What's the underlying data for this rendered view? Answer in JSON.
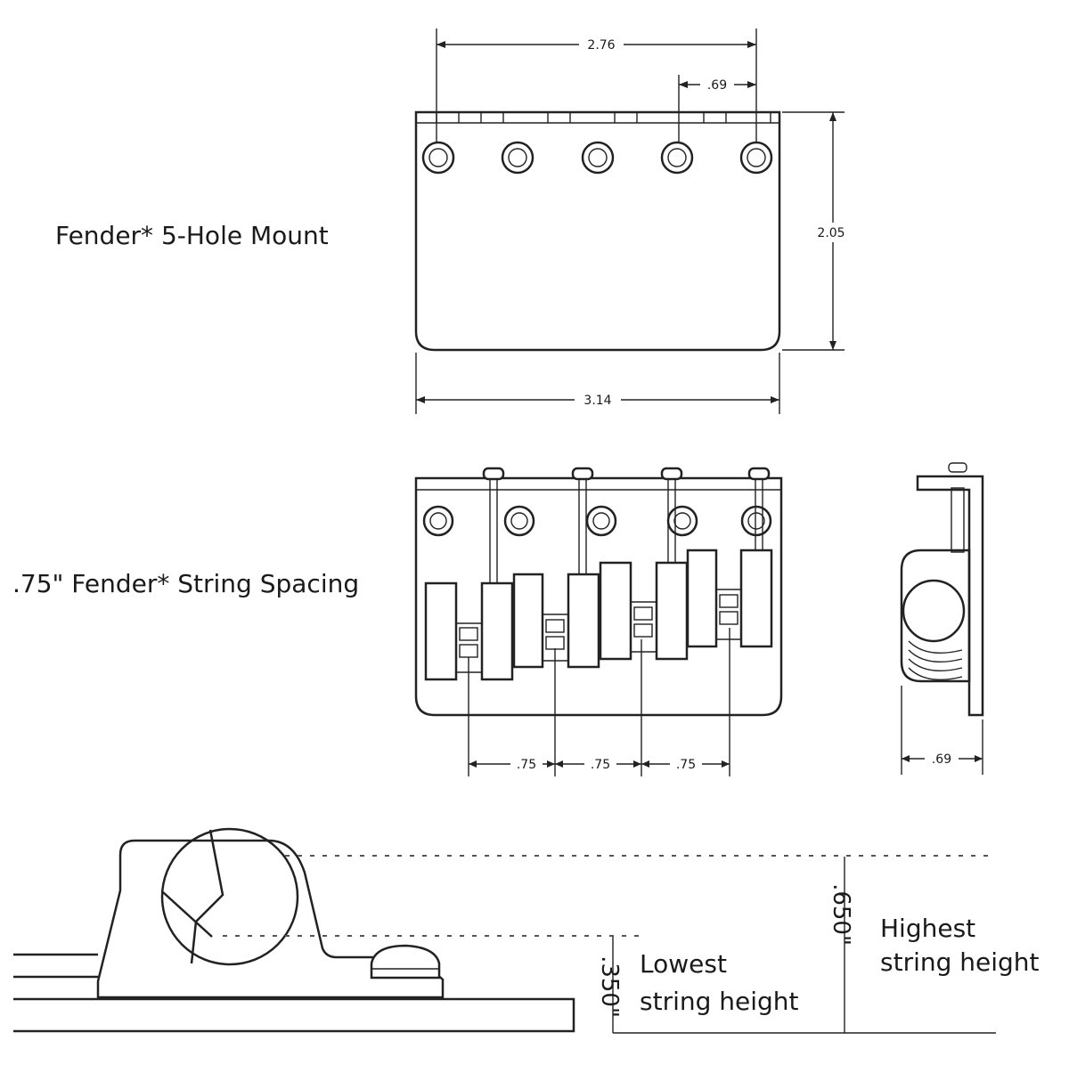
{
  "top_view": {
    "label": "Fender* 5-Hole Mount",
    "dims": {
      "hole_span": "2.76",
      "hole_pitch": ".69",
      "height": "2.05",
      "width": "3.14"
    }
  },
  "spacing_view": {
    "label": ".75\" Fender* String Spacing",
    "dims": {
      "space_1": ".75",
      "space_2": ".75",
      "space_3": ".75",
      "side_depth": ".69"
    }
  },
  "profile_view": {
    "lowest": {
      "value": ".350\"",
      "line1": "Lowest",
      "line2": "string height"
    },
    "highest": {
      "value": ".650\"",
      "line1": "Highest",
      "line2": "string height"
    }
  }
}
